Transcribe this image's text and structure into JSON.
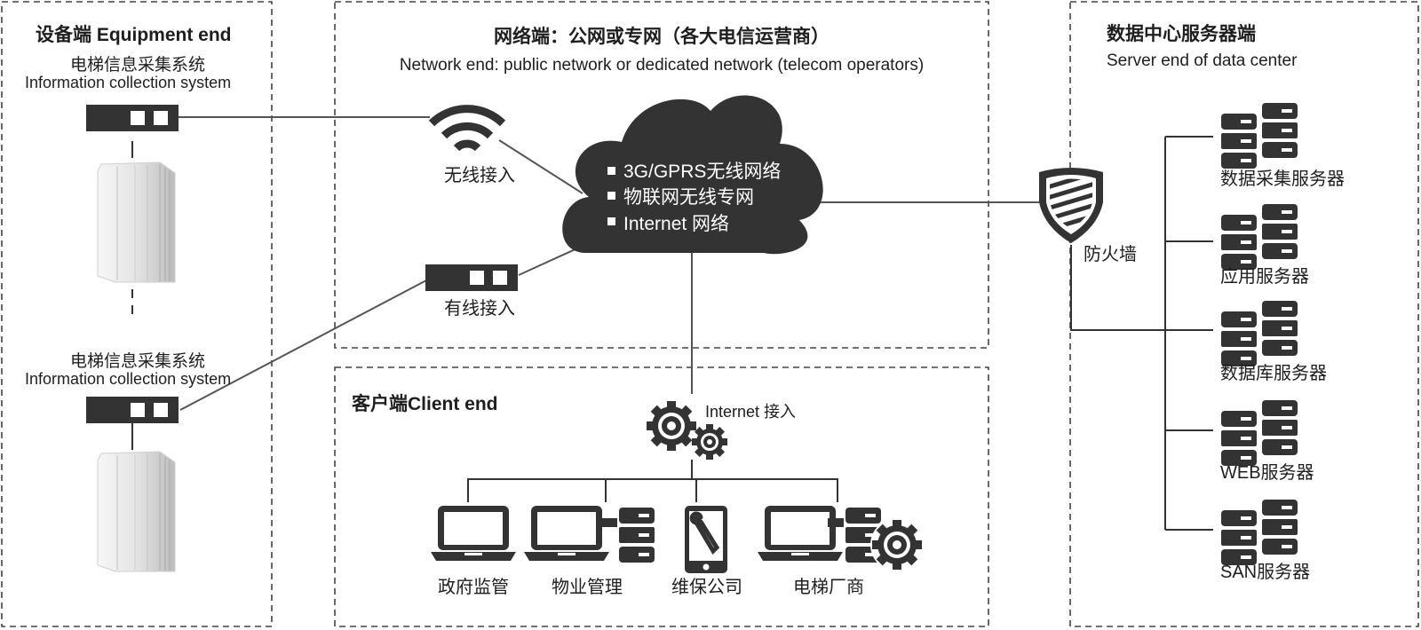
{
  "equipment": {
    "title": "设备端 Equipment end",
    "system1_cn": "电梯信息采集系统",
    "system1_en": "Information collection system",
    "system2_cn": "电梯信息采集系统",
    "system2_en": "Information collection system"
  },
  "network": {
    "title_cn": "网络端：公网或专网（各大电信运营商）",
    "title_en": "Network end: public network or dedicated network (telecom operators)",
    "wireless_label": "无线接入",
    "wired_label": "有线接入",
    "cloud_items": [
      "3G/GPRS无线网络",
      "物联网无线专网",
      "Internet 网络"
    ]
  },
  "client": {
    "title": "客户端Client end",
    "internet_label": "Internet 接入",
    "items": [
      "政府监管",
      "物业管理",
      "维保公司",
      "电梯厂商"
    ]
  },
  "server": {
    "title_cn": "数据中心服务器端",
    "title_en": "Server end of data center",
    "firewall_label": "防火墙",
    "servers": [
      "数据采集服务器",
      "应用服务器",
      "数据库服务器",
      "WEB服务器",
      "SAN服务器"
    ]
  }
}
